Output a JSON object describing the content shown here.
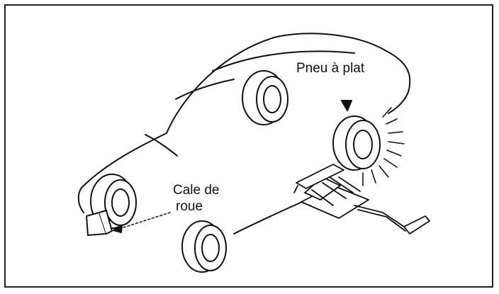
{
  "labels": {
    "flat_tire": "Pneu à plat",
    "wheel_chock_line1": "Cale de",
    "wheel_chock_line2": "roue"
  },
  "colors": {
    "ink": "#111111",
    "background": "#ffffff"
  }
}
